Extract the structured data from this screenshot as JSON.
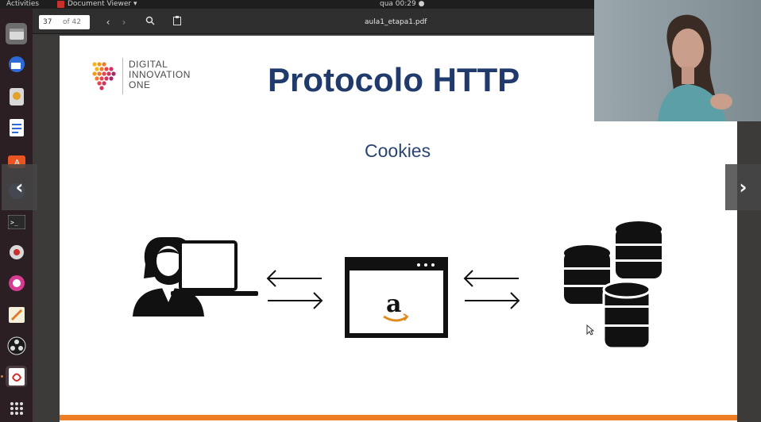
{
  "topbar": {
    "activities": "Activities",
    "app_name": "Document Viewer ▾",
    "clock": "qua 00:29 ●"
  },
  "toolbar": {
    "current_page": "37",
    "total_pages": "of 42",
    "prev_label": "‹",
    "next_label": "›",
    "search_label": "⌕",
    "filename": "aula1_etapa1.pdf"
  },
  "slide": {
    "logo_lines": [
      "DIGITAL",
      "INNOVATION",
      "ONE"
    ],
    "title": "Protocolo HTTP",
    "subtitle": "Cookies",
    "accent_color": "#ee7d24",
    "title_color": "#1f3a6b"
  },
  "nav": {
    "left": "‹",
    "right": "›"
  },
  "dock": {
    "items": [
      "files-icon",
      "thunderbird-icon",
      "disk-icon",
      "writer-icon",
      "software-icon",
      "unknown-icon",
      "terminal-icon",
      "settings-icon",
      "record-icon",
      "text-editor-icon",
      "obs-icon",
      "document-viewer-icon",
      "apps-grid-icon"
    ]
  }
}
